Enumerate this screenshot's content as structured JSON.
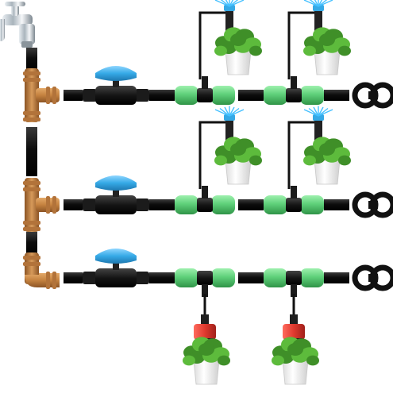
{
  "diagram": {
    "kind": "drip irrigation kit layout",
    "text_labels": [],
    "colors": {
      "background": "#ffffff",
      "tubing": "#111111",
      "barbed_fitting": "#c88a4b",
      "valve_handle": "#35a9e6",
      "valve_body": "#1b1b1b",
      "connector": "#5fd07a",
      "clamp": "#0f0f0f",
      "end_plug": "#111111",
      "dripper_red": "#e03a2f",
      "dripper_black": "#1f1f1f",
      "spray_jet": "#45c0ff",
      "plant_green": "#4ea233",
      "pot_white": "#f7f7f7"
    },
    "branches": [
      {
        "id": "row-1",
        "tee": "tee",
        "valve": "ball-valve",
        "connectors": 2,
        "emitter": "spray-stake",
        "emitter_side": "above",
        "end": "end-plug"
      },
      {
        "id": "row-2",
        "tee": "tee",
        "valve": "ball-valve",
        "connectors": 2,
        "emitter": "spray-stake",
        "emitter_side": "above",
        "end": "end-plug"
      },
      {
        "id": "row-3",
        "tee": "elbow",
        "valve": "ball-valve",
        "connectors": 2,
        "emitter": "adjustable-dripper",
        "emitter_side": "below",
        "end": "end-plug"
      }
    ],
    "source": {
      "icon": "faucet-icon"
    }
  }
}
